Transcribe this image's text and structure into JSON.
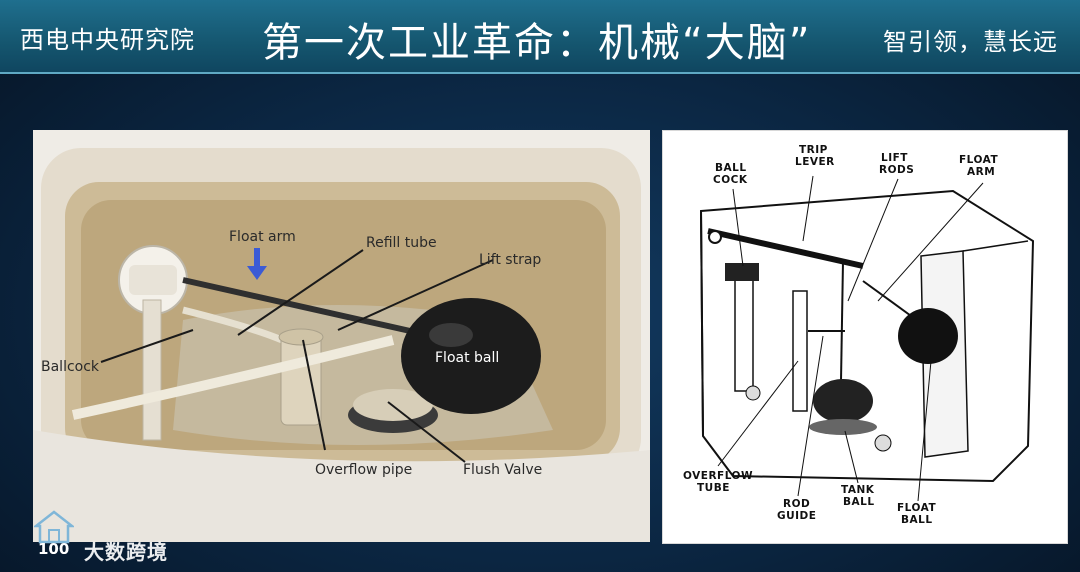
{
  "header": {
    "left_text": "西电中央研究院",
    "title": "第一次工业革命：机械“大脑”",
    "right_text": "智引领，慧长远"
  },
  "photo_labels": {
    "float_arm": "Float arm",
    "refill_tube": "Refill tube",
    "lift_strap": "Lift strap",
    "ballcock": "Ballcock",
    "float_ball": "Float ball",
    "overflow_pipe": "Overflow pipe",
    "flush_valve": "Flush Valve"
  },
  "diagram_labels": {
    "trip_lever": [
      "TRIP",
      "LEVER"
    ],
    "lift_rods": [
      "LIFT",
      "RODS"
    ],
    "float_arm": [
      "FLOAT",
      "ARM"
    ],
    "ball_cock": [
      "BALL",
      "COCK"
    ],
    "overflow_tube": [
      "OVERFLOW",
      "TUBE"
    ],
    "rod_guide": [
      "ROD",
      "GUIDE"
    ],
    "tank_ball": [
      "TANK",
      "BALL"
    ],
    "float_ball": [
      "FLOAT",
      "BALL"
    ]
  },
  "watermark": {
    "number": "100",
    "text": "大数跨境"
  }
}
